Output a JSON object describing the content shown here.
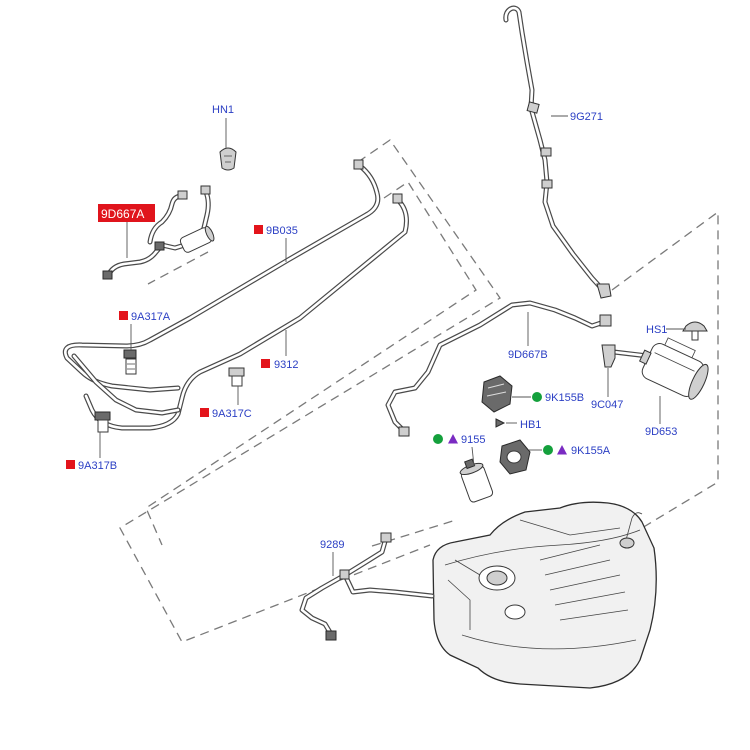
{
  "colors": {
    "label_text": "#2b3fc4",
    "highlight_bg": "#e0141c",
    "highlight_text": "#ffffff",
    "red_marker": "#e3141b",
    "green_marker": "#14a03c",
    "purple_marker": "#7a2bc2",
    "line_art": "#3a3a3a",
    "background": "#ffffff"
  },
  "callouts": {
    "HN1": {
      "label": "HN1",
      "markers": []
    },
    "9G271": {
      "label": "9G271",
      "markers": []
    },
    "9D667A": {
      "label": "9D667A",
      "markers": [],
      "highlighted": true
    },
    "9B035": {
      "label": "9B035",
      "markers": [
        "red-square"
      ]
    },
    "9A317A": {
      "label": "9A317A",
      "markers": [
        "red-square"
      ]
    },
    "9312": {
      "label": "9312",
      "markers": [
        "red-square"
      ]
    },
    "9A317C": {
      "label": "9A317C",
      "markers": [
        "red-square"
      ]
    },
    "9A317B": {
      "label": "9A317B",
      "markers": [
        "red-square"
      ]
    },
    "9D667B": {
      "label": "9D667B",
      "markers": []
    },
    "HS1": {
      "label": "HS1",
      "markers": []
    },
    "9C047": {
      "label": "9C047",
      "markers": []
    },
    "9D653": {
      "label": "9D653",
      "markers": []
    },
    "9K155B": {
      "label": "9K155B",
      "markers": [
        "green-circle"
      ]
    },
    "HB1": {
      "label": "HB1",
      "markers": []
    },
    "9155": {
      "label": "9155",
      "markers": [
        "green-circle",
        "purple-triangle"
      ]
    },
    "9K155A": {
      "label": "9K155A",
      "markers": [
        "green-circle",
        "purple-triangle"
      ]
    },
    "9289": {
      "label": "9289",
      "markers": []
    }
  }
}
